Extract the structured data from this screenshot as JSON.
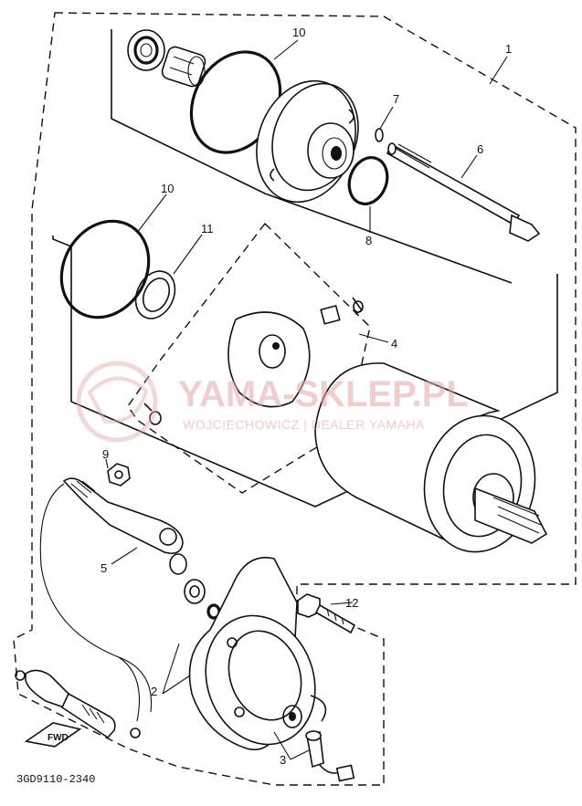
{
  "diagram": {
    "part_labels": [
      "1",
      "2",
      "3",
      "4",
      "5",
      "6",
      "7",
      "8",
      "9",
      "10",
      "10",
      "11",
      "12"
    ],
    "drawing_code": "3GD9110-2340",
    "direction_marker": "FWD",
    "watermark": {
      "title": "YAMA-SKLEP.PL",
      "subtitle": "WOJCIECHOWICZ | DEALER YAMAHA"
    }
  }
}
